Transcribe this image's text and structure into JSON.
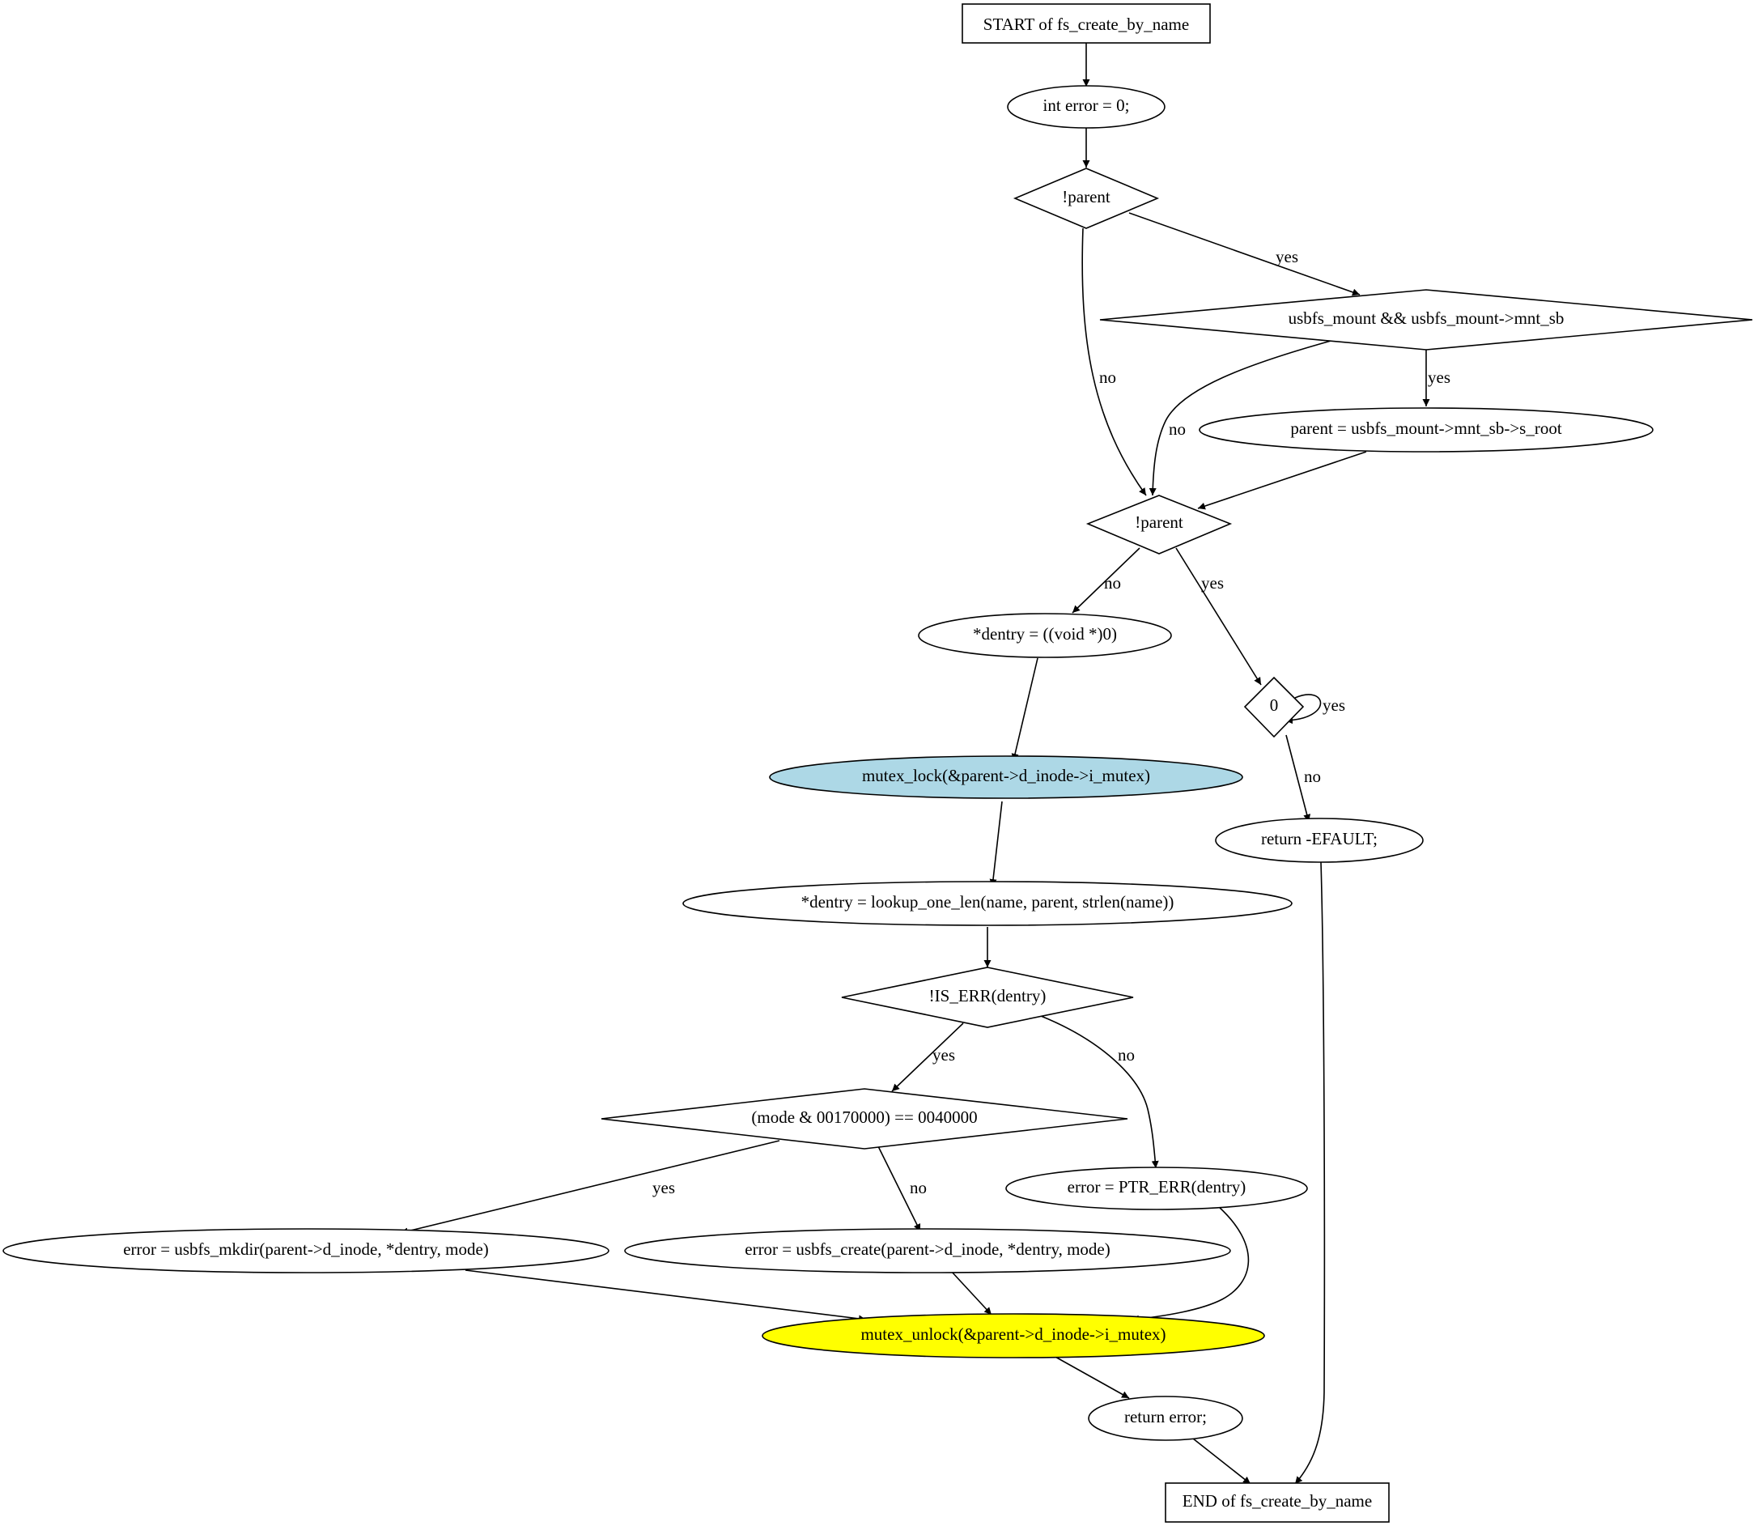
{
  "nodes": {
    "start": {
      "label": "START of fs_create_by_name"
    },
    "init_error": {
      "label": "int error = 0;"
    },
    "cond_parent_1": {
      "label": "!parent"
    },
    "cond_usbfs_mount": {
      "label": "usbfs_mount && usbfs_mount->mnt_sb"
    },
    "assign_parent": {
      "label": "parent = usbfs_mount->mnt_sb->s_root"
    },
    "cond_parent_2": {
      "label": "!parent"
    },
    "dentry_null": {
      "label": "*dentry = ((void *)0)"
    },
    "cond_zero": {
      "label": "0"
    },
    "mutex_lock": {
      "label": "mutex_lock(&parent->d_inode->i_mutex)",
      "fill": "#add8e6"
    },
    "return_efault": {
      "label": "return -EFAULT;"
    },
    "lookup": {
      "label": "*dentry = lookup_one_len(name, parent, strlen(name))"
    },
    "cond_is_err": {
      "label": "!IS_ERR(dentry)"
    },
    "cond_mode": {
      "label": "(mode & 00170000) == 0040000"
    },
    "ptr_err": {
      "label": "error = PTR_ERR(dentry)"
    },
    "mkdir": {
      "label": "error = usbfs_mkdir(parent->d_inode, *dentry, mode)"
    },
    "create": {
      "label": "error = usbfs_create(parent->d_inode, *dentry, mode)"
    },
    "mutex_unlock": {
      "label": "mutex_unlock(&parent->d_inode->i_mutex)",
      "fill": "#ffff00"
    },
    "return_error": {
      "label": "return error;"
    },
    "end": {
      "label": "END of fs_create_by_name"
    }
  },
  "edge_labels": {
    "p1_yes": "yes",
    "p1_no": "no",
    "um_yes": "yes",
    "um_no": "no",
    "p2_no": "no",
    "p2_yes": "yes",
    "zero_yes": "yes",
    "zero_no": "no",
    "iserr_yes": "yes",
    "iserr_no": "no",
    "mode_yes": "yes",
    "mode_no": "no"
  }
}
